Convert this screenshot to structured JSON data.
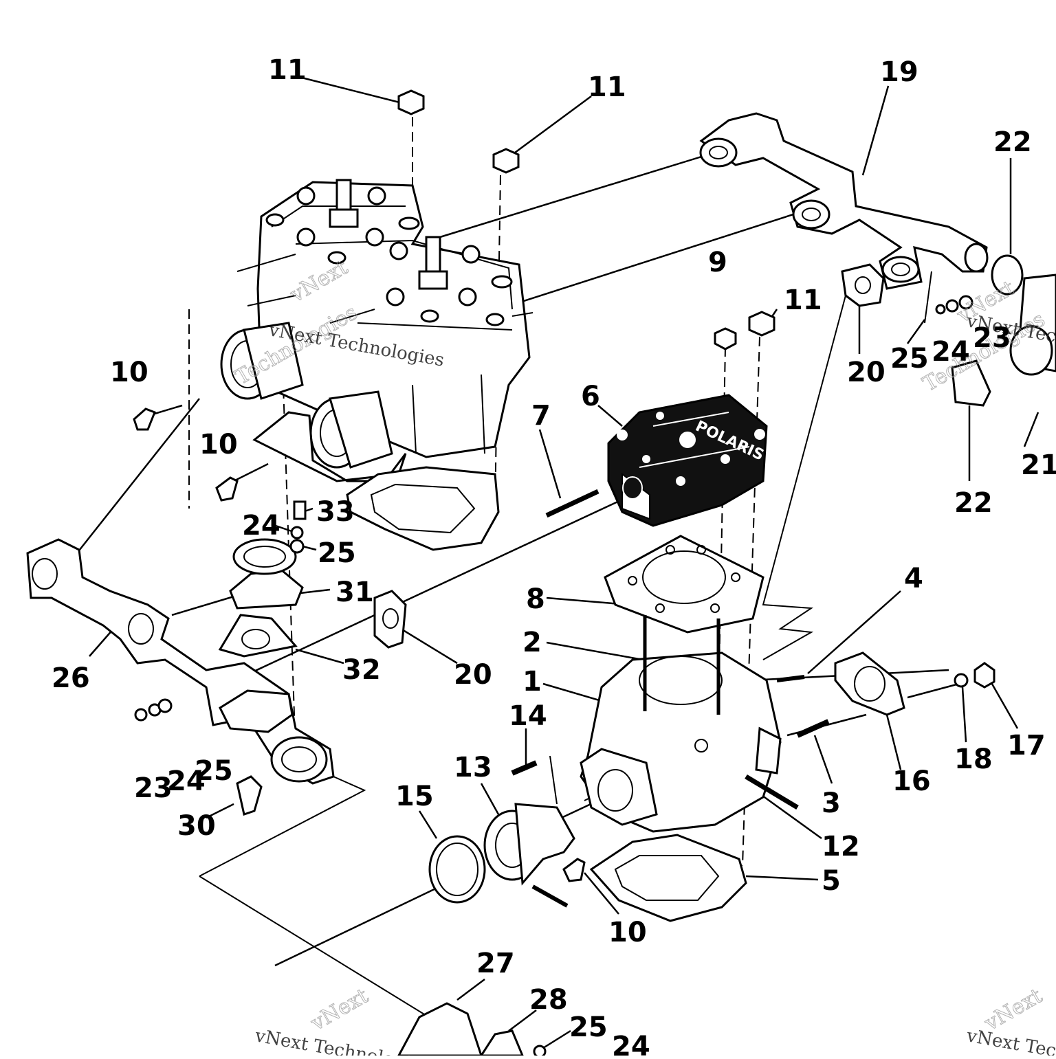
{
  "callouts": [
    {
      "label": "11"
    },
    {
      "label": "11"
    },
    {
      "label": "19"
    },
    {
      "label": "22"
    },
    {
      "label": "9"
    },
    {
      "label": "11"
    },
    {
      "label": "10"
    },
    {
      "label": "10"
    },
    {
      "label": "7"
    },
    {
      "label": "6"
    },
    {
      "label": "20"
    },
    {
      "label": "25"
    },
    {
      "label": "24"
    },
    {
      "label": "23"
    },
    {
      "label": "21"
    },
    {
      "label": "22"
    },
    {
      "label": "24"
    },
    {
      "label": "33"
    },
    {
      "label": "25"
    },
    {
      "label": "31"
    },
    {
      "label": "26"
    },
    {
      "label": "32"
    },
    {
      "label": "20"
    },
    {
      "label": "8"
    },
    {
      "label": "2"
    },
    {
      "label": "1"
    },
    {
      "label": "4"
    },
    {
      "label": "14"
    },
    {
      "label": "13"
    },
    {
      "label": "15"
    },
    {
      "label": "23"
    },
    {
      "label": "24"
    },
    {
      "label": "25"
    },
    {
      "label": "30"
    },
    {
      "label": "3"
    },
    {
      "label": "16"
    },
    {
      "label": "18"
    },
    {
      "label": "17"
    },
    {
      "label": "12"
    },
    {
      "label": "5"
    },
    {
      "label": "10"
    },
    {
      "label": "27"
    },
    {
      "label": "28"
    },
    {
      "label": "25"
    },
    {
      "label": "24"
    }
  ],
  "watermark": {
    "text": "vNext Technologies",
    "brand": "vNext",
    "sub": "Technologies"
  },
  "cylinder_head_logo": "POLARIS"
}
